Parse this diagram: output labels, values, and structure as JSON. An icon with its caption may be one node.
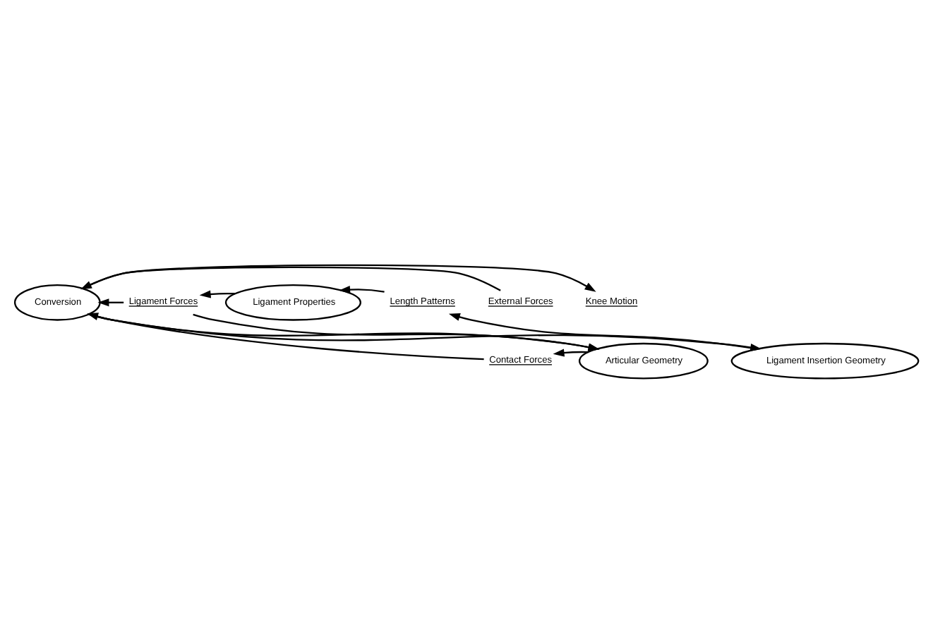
{
  "diagram": {
    "nodes": [
      {
        "text": [
          "External Forces"
        ]
      },
      {
        "text": [
          "Conversion"
        ]
      },
      {
        "text": [
          "Knee Motion"
        ]
      },
      {
        "text": [
          "Articular Geometry"
        ]
      },
      {
        "text": [
          "Ligament Insertion Geometry"
        ]
      },
      {
        "text": [
          "Contact Forces"
        ]
      },
      {
        "text": [
          "Ligament Forces"
        ]
      },
      {
        "text": [
          "Length Patterns"
        ]
      },
      {
        "text": [
          "Ligament Properties"
        ]
      }
    ],
    "edges": [
      {
        "from": 0,
        "to": 1,
        "arrow": "to"
      },
      {
        "from": 1,
        "to": 2,
        "arrow": "to"
      },
      {
        "from": 1,
        "to": 3,
        "arrow": "to"
      },
      {
        "from": 1,
        "to": 4,
        "arrow": "to"
      },
      {
        "from": 3,
        "to": 5,
        "arrow": "to"
      },
      {
        "from": 5,
        "to": 1,
        "arrow": "to"
      },
      {
        "from": 6,
        "to": 1,
        "arrow": "to"
      },
      {
        "from": 6,
        "to": 3,
        "arrow": "to"
      },
      {
        "from": 4,
        "to": 7,
        "arrow": "to"
      },
      {
        "from": 7,
        "to": 8,
        "arrow": "to"
      },
      {
        "from": 8,
        "to": 6,
        "arrow": "to"
      }
    ]
  }
}
